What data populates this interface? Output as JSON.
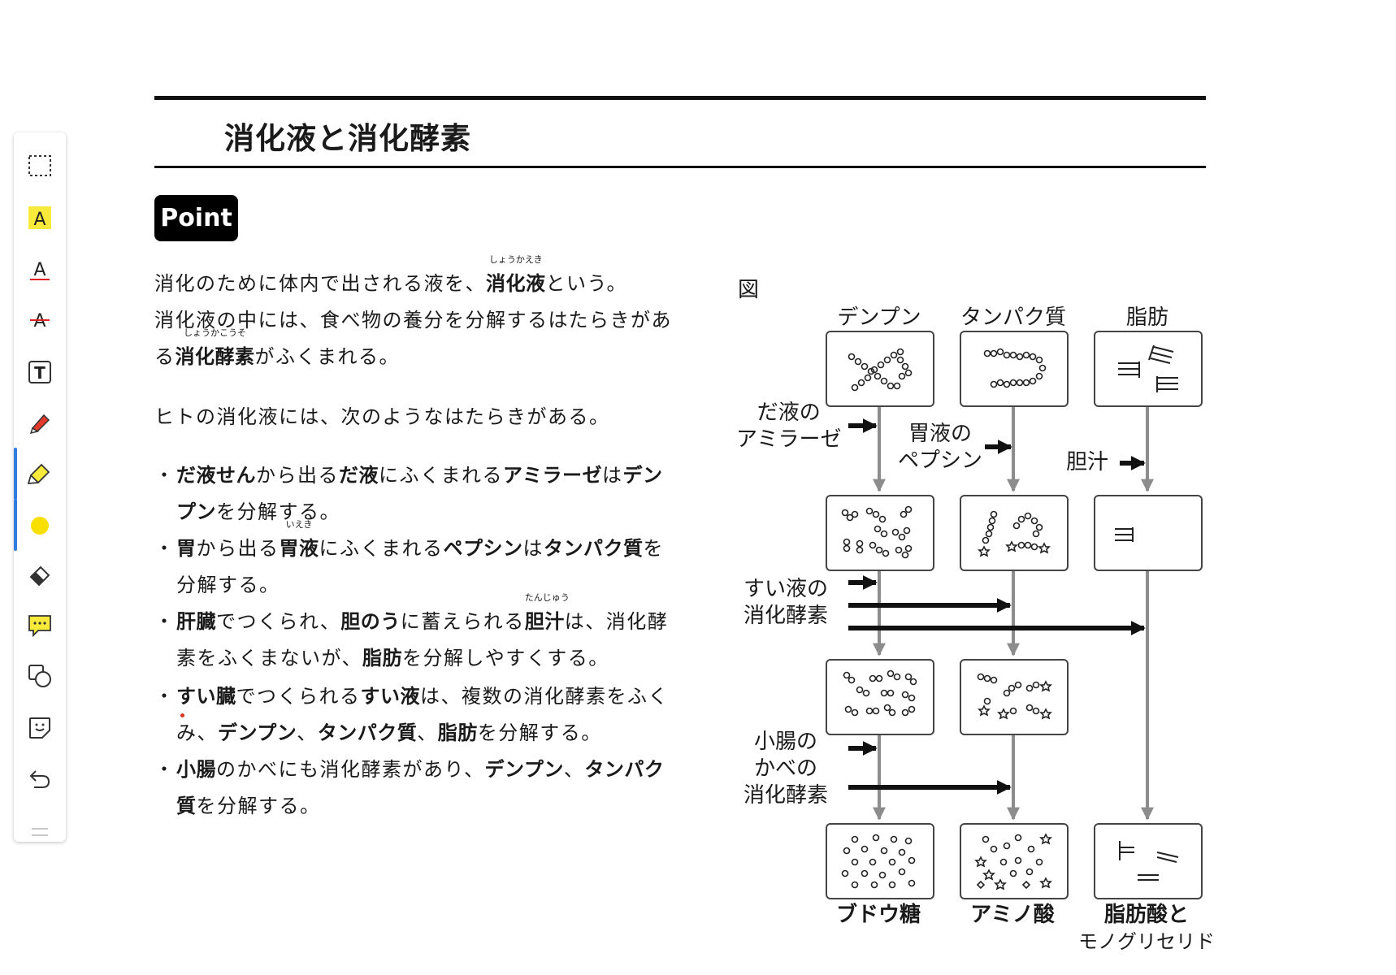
{
  "toolbar": {
    "tools": [
      {
        "name": "select-tool",
        "icon": "dashed-rect-icon"
      },
      {
        "name": "highlight-text-tool",
        "icon": "highlight-a-icon"
      },
      {
        "name": "underline-tool",
        "icon": "underline-a-icon"
      },
      {
        "name": "strikethrough-tool",
        "icon": "strikethrough-a-icon"
      },
      {
        "name": "textbox-tool",
        "icon": "textbox-icon"
      },
      {
        "name": "pen-tool",
        "icon": "pen-icon"
      },
      {
        "name": "highlighter-tool",
        "icon": "highlighter-icon"
      },
      {
        "name": "color-swatch",
        "icon": "color-dot-icon"
      },
      {
        "name": "eraser-tool",
        "icon": "eraser-icon"
      },
      {
        "name": "comment-tool",
        "icon": "comment-icon"
      },
      {
        "name": "shape-tool",
        "icon": "shapes-icon"
      },
      {
        "name": "sticker-tool",
        "icon": "sticker-icon"
      },
      {
        "name": "undo-button",
        "icon": "undo-icon"
      }
    ],
    "active_tool": "highlighter-tool",
    "active_color": "#f7e000",
    "accent": "#2f7de1"
  },
  "page": {
    "title": "消化液と消化酵素",
    "badge": "Point",
    "intro": {
      "l1_a": "消化のために体内で出される液を、",
      "l1_b": "消化液",
      "l1_b_ruby": "しょうかえき",
      "l1_c": "という。",
      "l2": "消化液の中には、食べ物の養分を分解するはたらきがあ",
      "l3_a": "る",
      "l3_b": "消化酵素",
      "l3_b_ruby": "しょうかこうそ",
      "l3_c": "がふくまれる。"
    },
    "lead": "ヒトの消化液には、次のようなはたらきがある。",
    "bullet_mark": "・",
    "bullets": {
      "b1": {
        "l1": [
          [
            "だ液せん",
            true
          ],
          [
            "から出る",
            false
          ],
          [
            "だ液",
            true
          ],
          [
            "にふくまれる",
            false
          ],
          [
            "アミラーゼ",
            true
          ],
          [
            "は",
            false
          ],
          [
            "デン",
            true
          ]
        ],
        "l2": [
          [
            "プン",
            true
          ],
          [
            "を分解する。",
            false
          ]
        ]
      },
      "b2": {
        "ruby": "いえき",
        "l1": [
          [
            "胃",
            true
          ],
          [
            "から出る",
            false
          ],
          [
            "胃液",
            true
          ],
          [
            "にふくまれる",
            false
          ],
          [
            "ペプシン",
            true
          ],
          [
            "は",
            false
          ],
          [
            "タンパク質",
            true
          ],
          [
            "を",
            false
          ]
        ],
        "l2": [
          [
            "分解する。",
            false
          ]
        ]
      },
      "b3": {
        "ruby": "たんじゅう",
        "l1": [
          [
            "肝臓",
            true
          ],
          [
            "でつくられ、",
            false
          ],
          [
            "胆のう",
            true
          ],
          [
            "に蓄えられる",
            false
          ],
          [
            "胆汁",
            true
          ],
          [
            "は、消化酵",
            false
          ]
        ],
        "l2": [
          [
            "素をふくまないが、",
            false
          ],
          [
            "脂肪",
            true
          ],
          [
            "を分解しやすくする。",
            false
          ]
        ]
      },
      "b4": {
        "l1": [
          [
            "すい臓",
            true
          ],
          [
            "でつくられる",
            false
          ],
          [
            "すい液",
            true
          ],
          [
            "は、複数の消化酵素をふく",
            false
          ]
        ],
        "l2": [
          [
            "み、",
            false
          ],
          [
            "デンプン",
            true
          ],
          [
            "、",
            false
          ],
          [
            "タンパク質",
            true
          ],
          [
            "、",
            false
          ],
          [
            "脂肪",
            true
          ],
          [
            "を分解する。",
            false
          ]
        ]
      },
      "b5": {
        "l1": [
          [
            "小腸",
            true
          ],
          [
            "のかべにも消化酵素があり、",
            false
          ],
          [
            "デンプン",
            true
          ],
          [
            "、",
            false
          ],
          [
            "タンパク",
            true
          ]
        ],
        "l2": [
          [
            "質",
            true
          ],
          [
            "を分解する。",
            false
          ]
        ]
      }
    }
  },
  "figure": {
    "label": "図",
    "columns": [
      "デンプン",
      "タンパク質",
      "脂肪"
    ],
    "enzymes": {
      "saliva": [
        "だ液の",
        "アミラーゼ"
      ],
      "gastric": [
        "胃液の",
        "ペプシン"
      ],
      "bile": "胆汁",
      "pancreatic": [
        "すい液の",
        "消化酵素"
      ],
      "intestinal": [
        "小腸の",
        "かべの",
        "消化酵素"
      ]
    },
    "products": [
      "ブドウ糖",
      "アミノ酸",
      [
        "脂肪酸と",
        "モノグリセリド"
      ]
    ]
  }
}
